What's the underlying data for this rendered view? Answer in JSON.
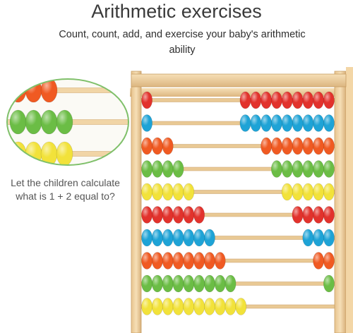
{
  "header": {
    "title": "Arithmetic exercises",
    "subtitle_line1": "Count, count, add, and exercise your baby's arithmetic",
    "subtitle_line2": "ability"
  },
  "callout": {
    "line1": "Let the children calculate",
    "line2": "what is 1 + 2 equal to?"
  },
  "colors": {
    "red": "#e2322c",
    "blue": "#1ea3d6",
    "orange": "#f05a22",
    "green": "#6bbd45",
    "yellow": "#f2e23a",
    "wood_light": "#f3d9ac",
    "wood_dark": "#d9b27a"
  },
  "abacus": {
    "rows": [
      {
        "color": "red",
        "left_beads": 1,
        "right_beads": 9
      },
      {
        "color": "blue",
        "left_beads": 1,
        "right_beads": 9
      },
      {
        "color": "orange",
        "left_beads": 3,
        "right_beads": 7
      },
      {
        "color": "green",
        "left_beads": 4,
        "right_beads": 6
      },
      {
        "color": "yellow",
        "left_beads": 5,
        "right_beads": 5
      },
      {
        "color": "red",
        "left_beads": 6,
        "right_beads": 4
      },
      {
        "color": "blue",
        "left_beads": 7,
        "right_beads": 3
      },
      {
        "color": "orange",
        "left_beads": 8,
        "right_beads": 2
      },
      {
        "color": "green",
        "left_beads": 9,
        "right_beads": 1
      },
      {
        "color": "yellow",
        "left_beads": 10,
        "right_beads": 0
      }
    ]
  },
  "zoom_detail": {
    "rows": [
      {
        "color": "orange",
        "beads": 3
      },
      {
        "color": "green",
        "beads": 4
      },
      {
        "color": "yellow",
        "beads": 4
      }
    ]
  }
}
